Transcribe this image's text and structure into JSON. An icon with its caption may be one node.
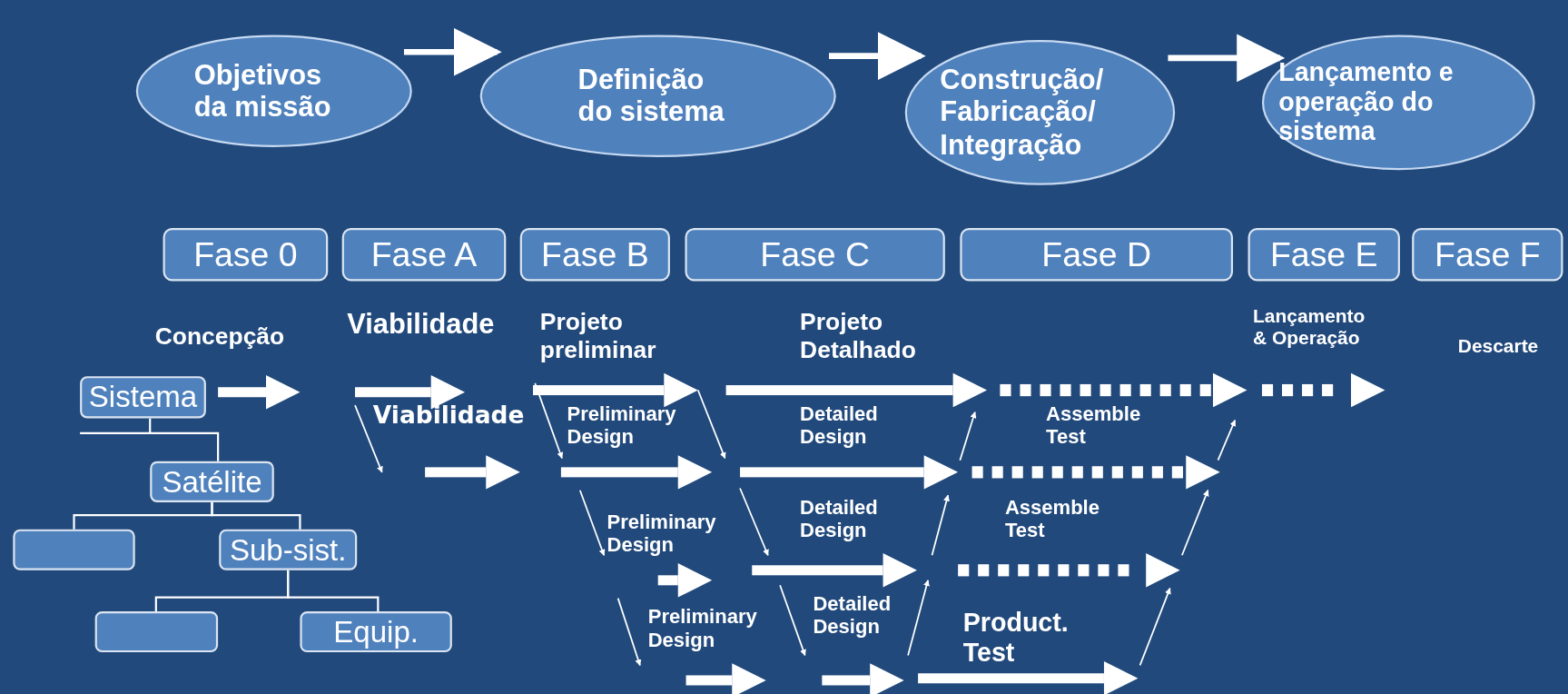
{
  "diagram": {
    "nodes": [
      {
        "text": [
          "Objetivos da missão"
        ]
      },
      {
        "text": [
          "Definição do sistema"
        ]
      },
      {
        "text": [
          "Construção/ Fabricação/ Integração"
        ]
      },
      {
        "text": [
          "Lançamento e operação do sistema"
        ]
      },
      {
        "text": [
          "Fase 0"
        ]
      },
      {
        "text": [
          "Fase A"
        ]
      },
      {
        "text": [
          "Fase B"
        ]
      },
      {
        "text": [
          "Fase C"
        ]
      },
      {
        "text": [
          "Fase D"
        ]
      },
      {
        "text": [
          "Fase E"
        ]
      },
      {
        "text": [
          "Fase F"
        ]
      },
      {
        "text": [
          "Sistema"
        ]
      },
      {
        "text": [
          "Satélite"
        ]
      },
      {
        "text": [],
        "shape": "box"
      },
      {
        "text": [
          "Sub-sist."
        ]
      },
      {
        "text": [],
        "shape": "box"
      },
      {
        "text": [
          "Equip."
        ]
      }
    ],
    "edges": [
      {
        "from": 0,
        "to": 1,
        "arrow": "to",
        "style": "thick"
      },
      {
        "from": 1,
        "to": 2,
        "arrow": "to",
        "style": "thick"
      },
      {
        "from": 2,
        "to": 3,
        "arrow": "to",
        "style": "thick"
      },
      {
        "from": 11,
        "to": 12,
        "arrow": "none"
      },
      {
        "from": 12,
        "to": 13,
        "arrow": "none"
      },
      {
        "from": 12,
        "to": 14,
        "arrow": "none"
      },
      {
        "from": 14,
        "to": 15,
        "arrow": "none"
      },
      {
        "from": 14,
        "to": 16,
        "arrow": "none"
      }
    ],
    "labels": [
      "Concepção",
      "Viabilidade",
      "Projeto preliminar",
      "Projeto Detalhado",
      "Lançamento & Operação",
      "Descarte",
      "Viabilidade",
      "Preliminary Design",
      "Detailed Design",
      "Assemble Test",
      "Preliminary Design",
      "Detailed Design",
      "Assemble Test",
      "Preliminary Design",
      "Detailed Design",
      "Product. Test"
    ]
  }
}
